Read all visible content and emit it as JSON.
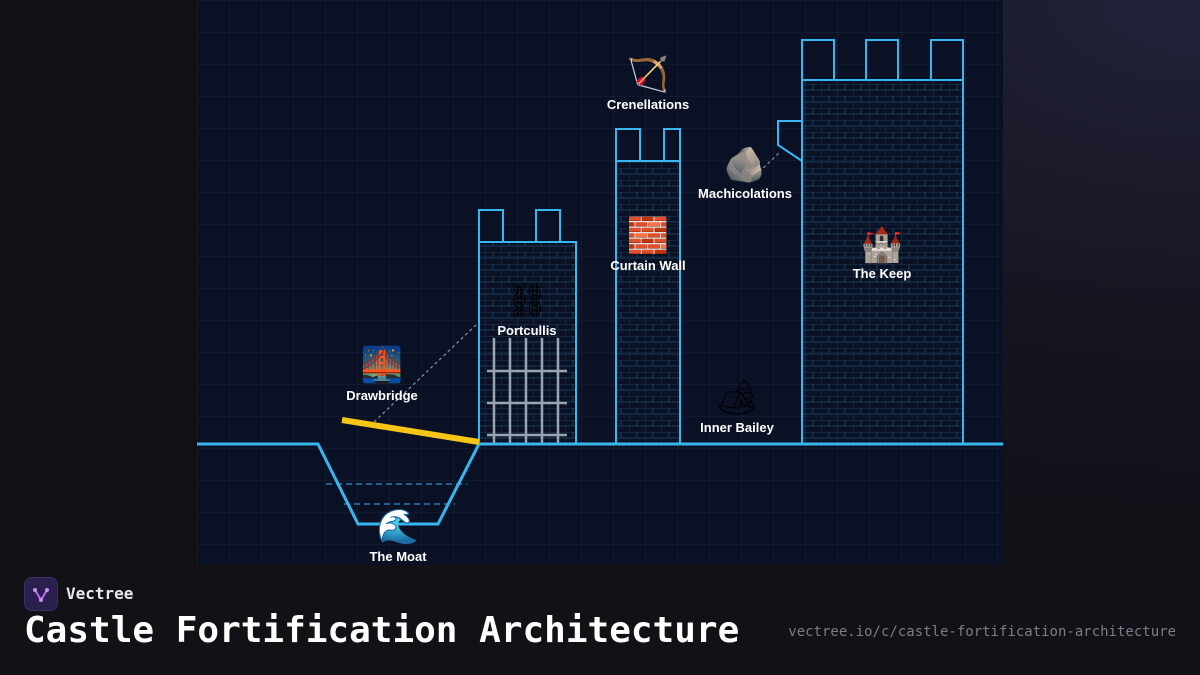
{
  "brand": {
    "name": "Vectree",
    "logo_icon": "tree-network-icon"
  },
  "page": {
    "title": "Castle Fortification Architecture",
    "url": "vectree.io/c/castle-fortification-architecture"
  },
  "colors": {
    "outline": "#38b6f0",
    "background": "#0b1124",
    "drawbridge": "#f5c518",
    "portcullis": "#9aa3b2",
    "label": "#ffffff"
  },
  "diagram": {
    "components": [
      {
        "id": "crenellations",
        "label": "Crenellations",
        "icon": "bow-and-arrow-icon",
        "emoji": "🏹"
      },
      {
        "id": "machicolations",
        "label": "Machicolations",
        "icon": "rock-icon",
        "emoji": "🪨"
      },
      {
        "id": "curtain-wall",
        "label": "Curtain Wall",
        "icon": "brick-icon",
        "emoji": "🧱"
      },
      {
        "id": "the-keep",
        "label": "The Keep",
        "icon": "castle-icon",
        "emoji": "🏰"
      },
      {
        "id": "portcullis",
        "label": "Portcullis",
        "icon": "chains-icon",
        "emoji": "⛓"
      },
      {
        "id": "drawbridge",
        "label": "Drawbridge",
        "icon": "bridge-at-night-icon",
        "emoji": "🌉"
      },
      {
        "id": "inner-bailey",
        "label": "Inner Bailey",
        "icon": "camping-icon",
        "emoji": "🏕"
      },
      {
        "id": "the-moat",
        "label": "The Moat",
        "icon": "water-wave-icon",
        "emoji": "🌊"
      }
    ]
  }
}
